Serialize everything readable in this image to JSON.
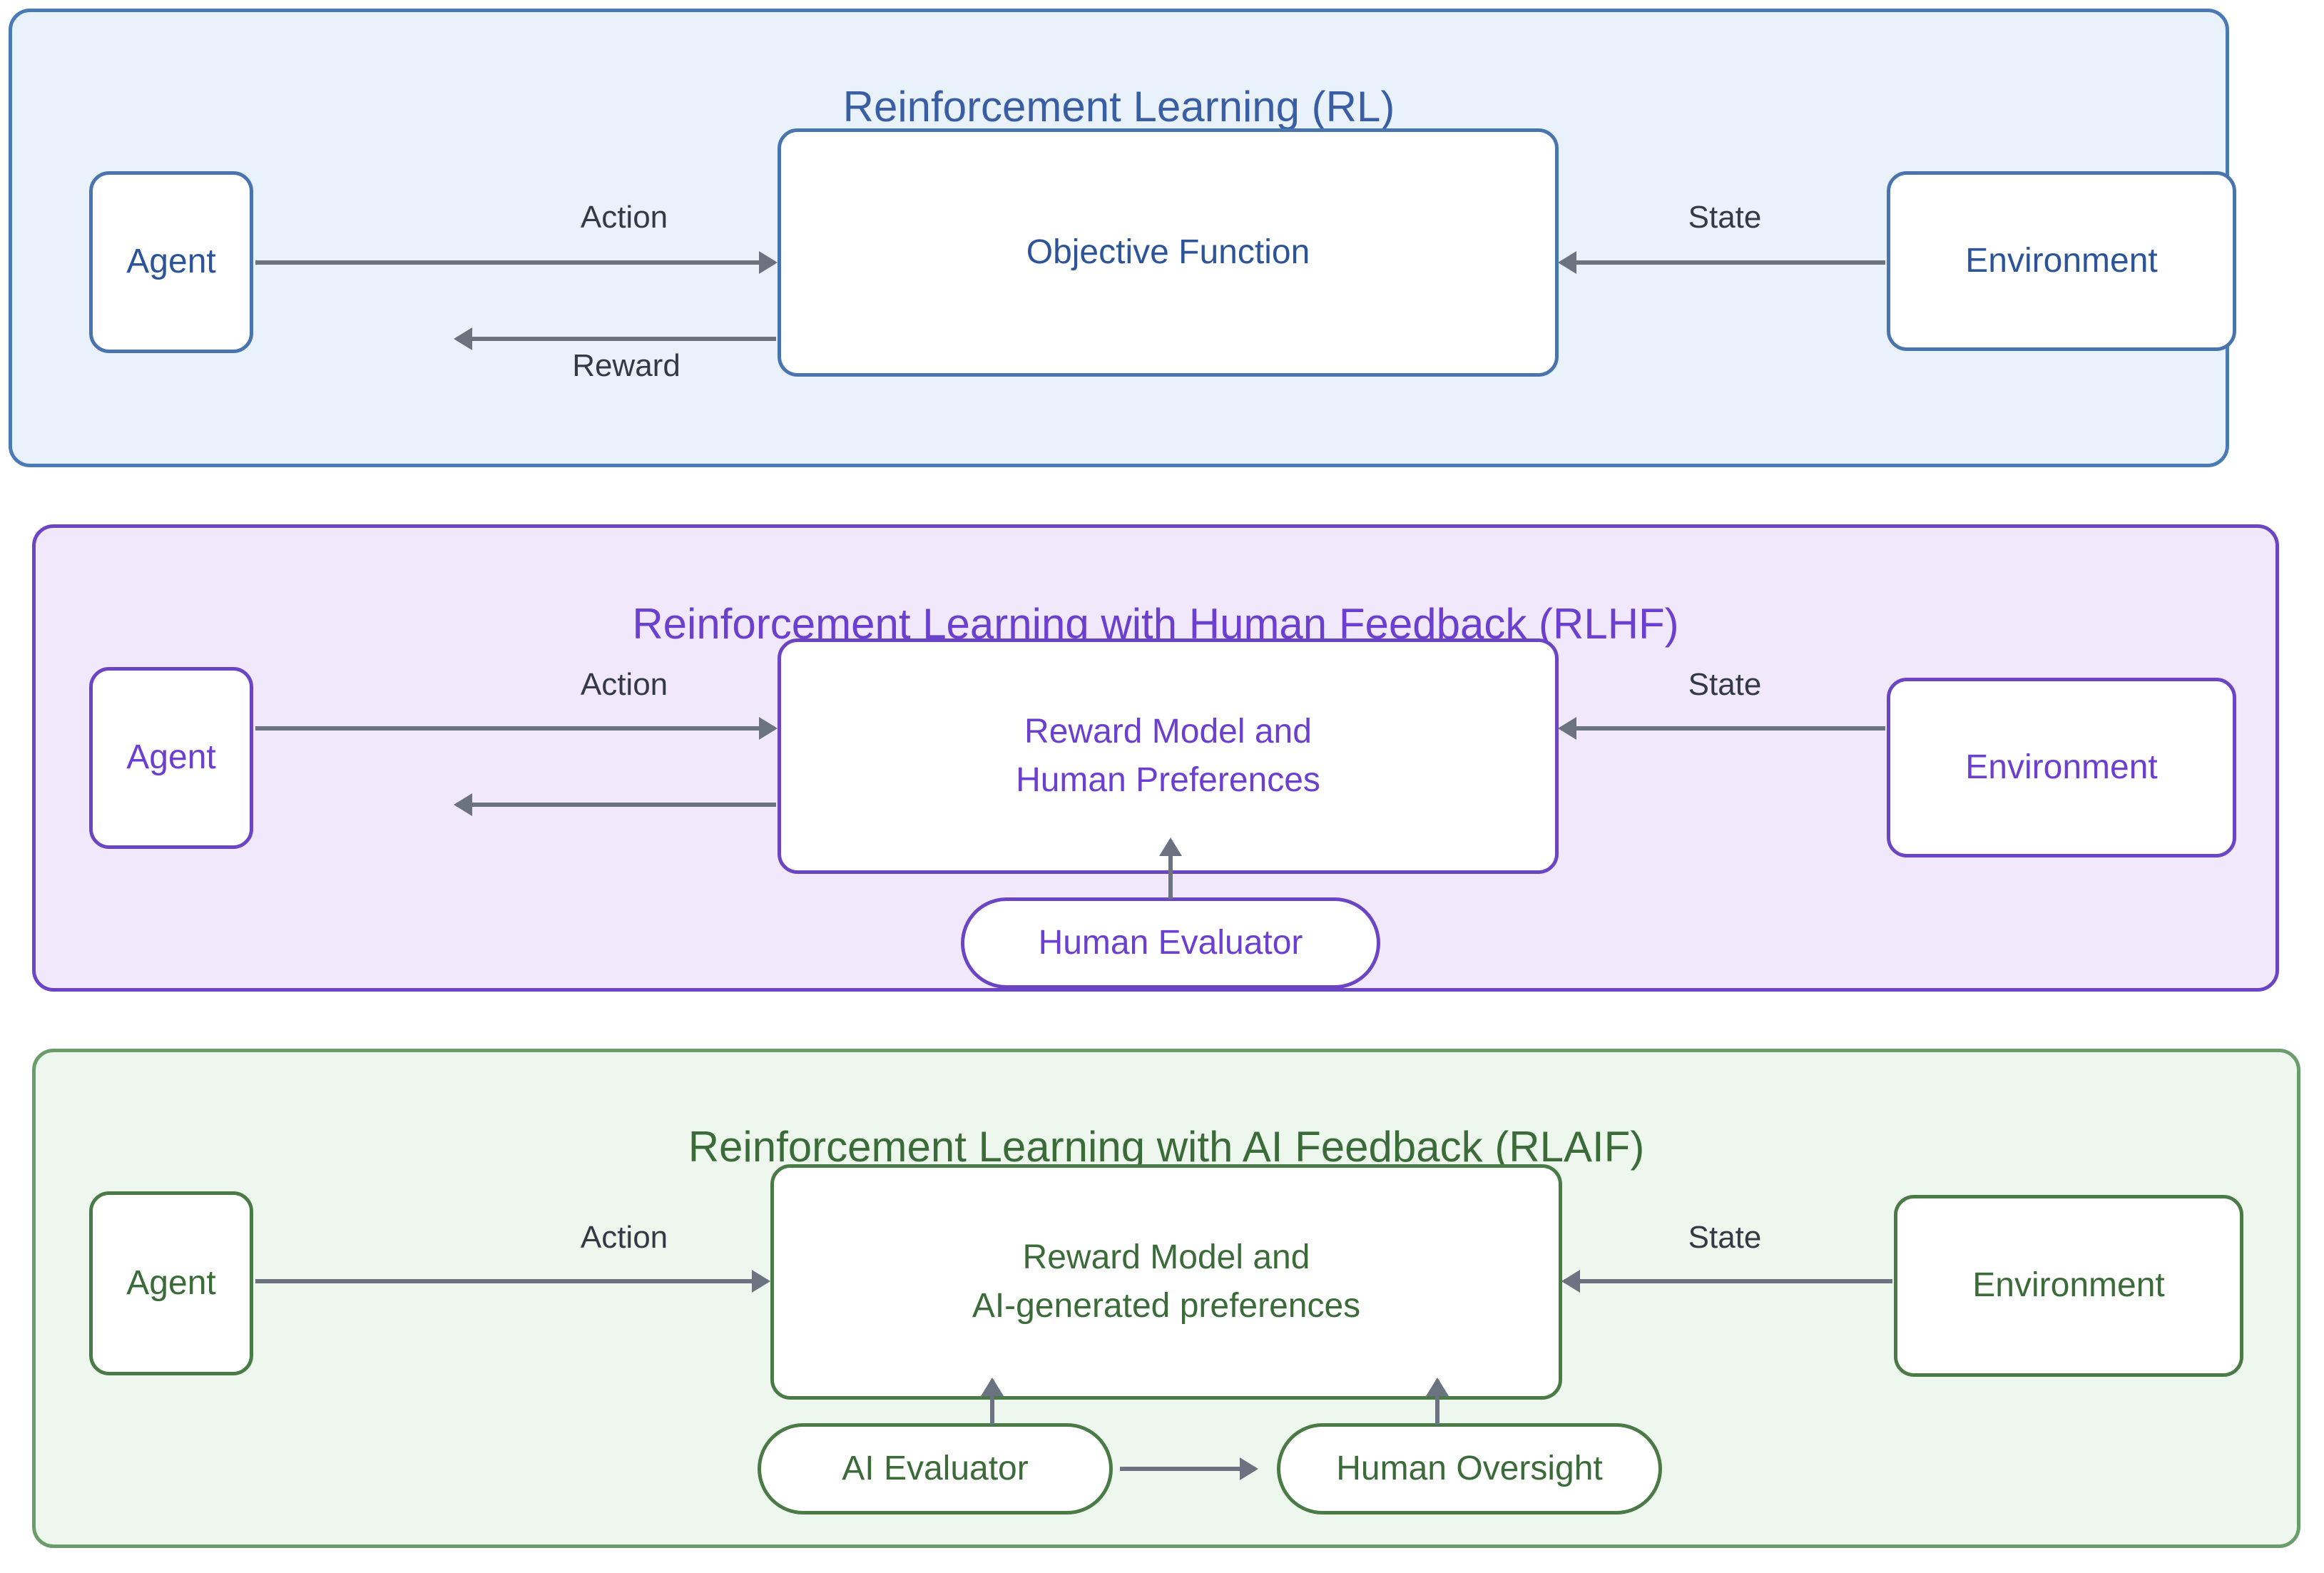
{
  "diagram": {
    "title": "Reinforcement Learning paradigms comparison",
    "panels": [
      {
        "id": "rl",
        "title": "Reinforcement Learning (RL)",
        "accent_color": "#3a5ea3",
        "background_color": "#e9f1fb",
        "border_color": "#4a7ab5",
        "nodes": {
          "agent": "Agent",
          "center_line1": "Objective Function",
          "environment": "Environment"
        },
        "edges": {
          "action": "Action",
          "reward": "Reward",
          "state": "State"
        }
      },
      {
        "id": "rlhf",
        "title": "Reinforcement Learning with Human Feedback (RLHF)",
        "accent_color": "#6b3fcf",
        "background_color": "#f1e9fb",
        "border_color": "#6b45c4",
        "nodes": {
          "agent": "Agent",
          "center_line1": "Reward Model and",
          "center_line2": "Human Preferences",
          "environment": "Environment",
          "evaluator": "Human Evaluator"
        },
        "edges": {
          "action": "Action",
          "state": "State"
        }
      },
      {
        "id": "rlaif",
        "title": "Reinforcement Learning with AI Feedback (RLAIF)",
        "accent_color": "#3b6b38",
        "background_color": "#eef7ee",
        "border_color": "#6b9c6b",
        "nodes": {
          "agent": "Agent",
          "center_line1": "Reward Model and",
          "center_line2": "AI-generated preferences",
          "environment": "Environment",
          "ai_evaluator": "AI Evaluator",
          "human_oversight": "Human Oversight"
        },
        "edges": {
          "action": "Action",
          "state": "State"
        }
      }
    ],
    "arrow_color": "#6b7280",
    "edge_label_color": "#333a45"
  }
}
